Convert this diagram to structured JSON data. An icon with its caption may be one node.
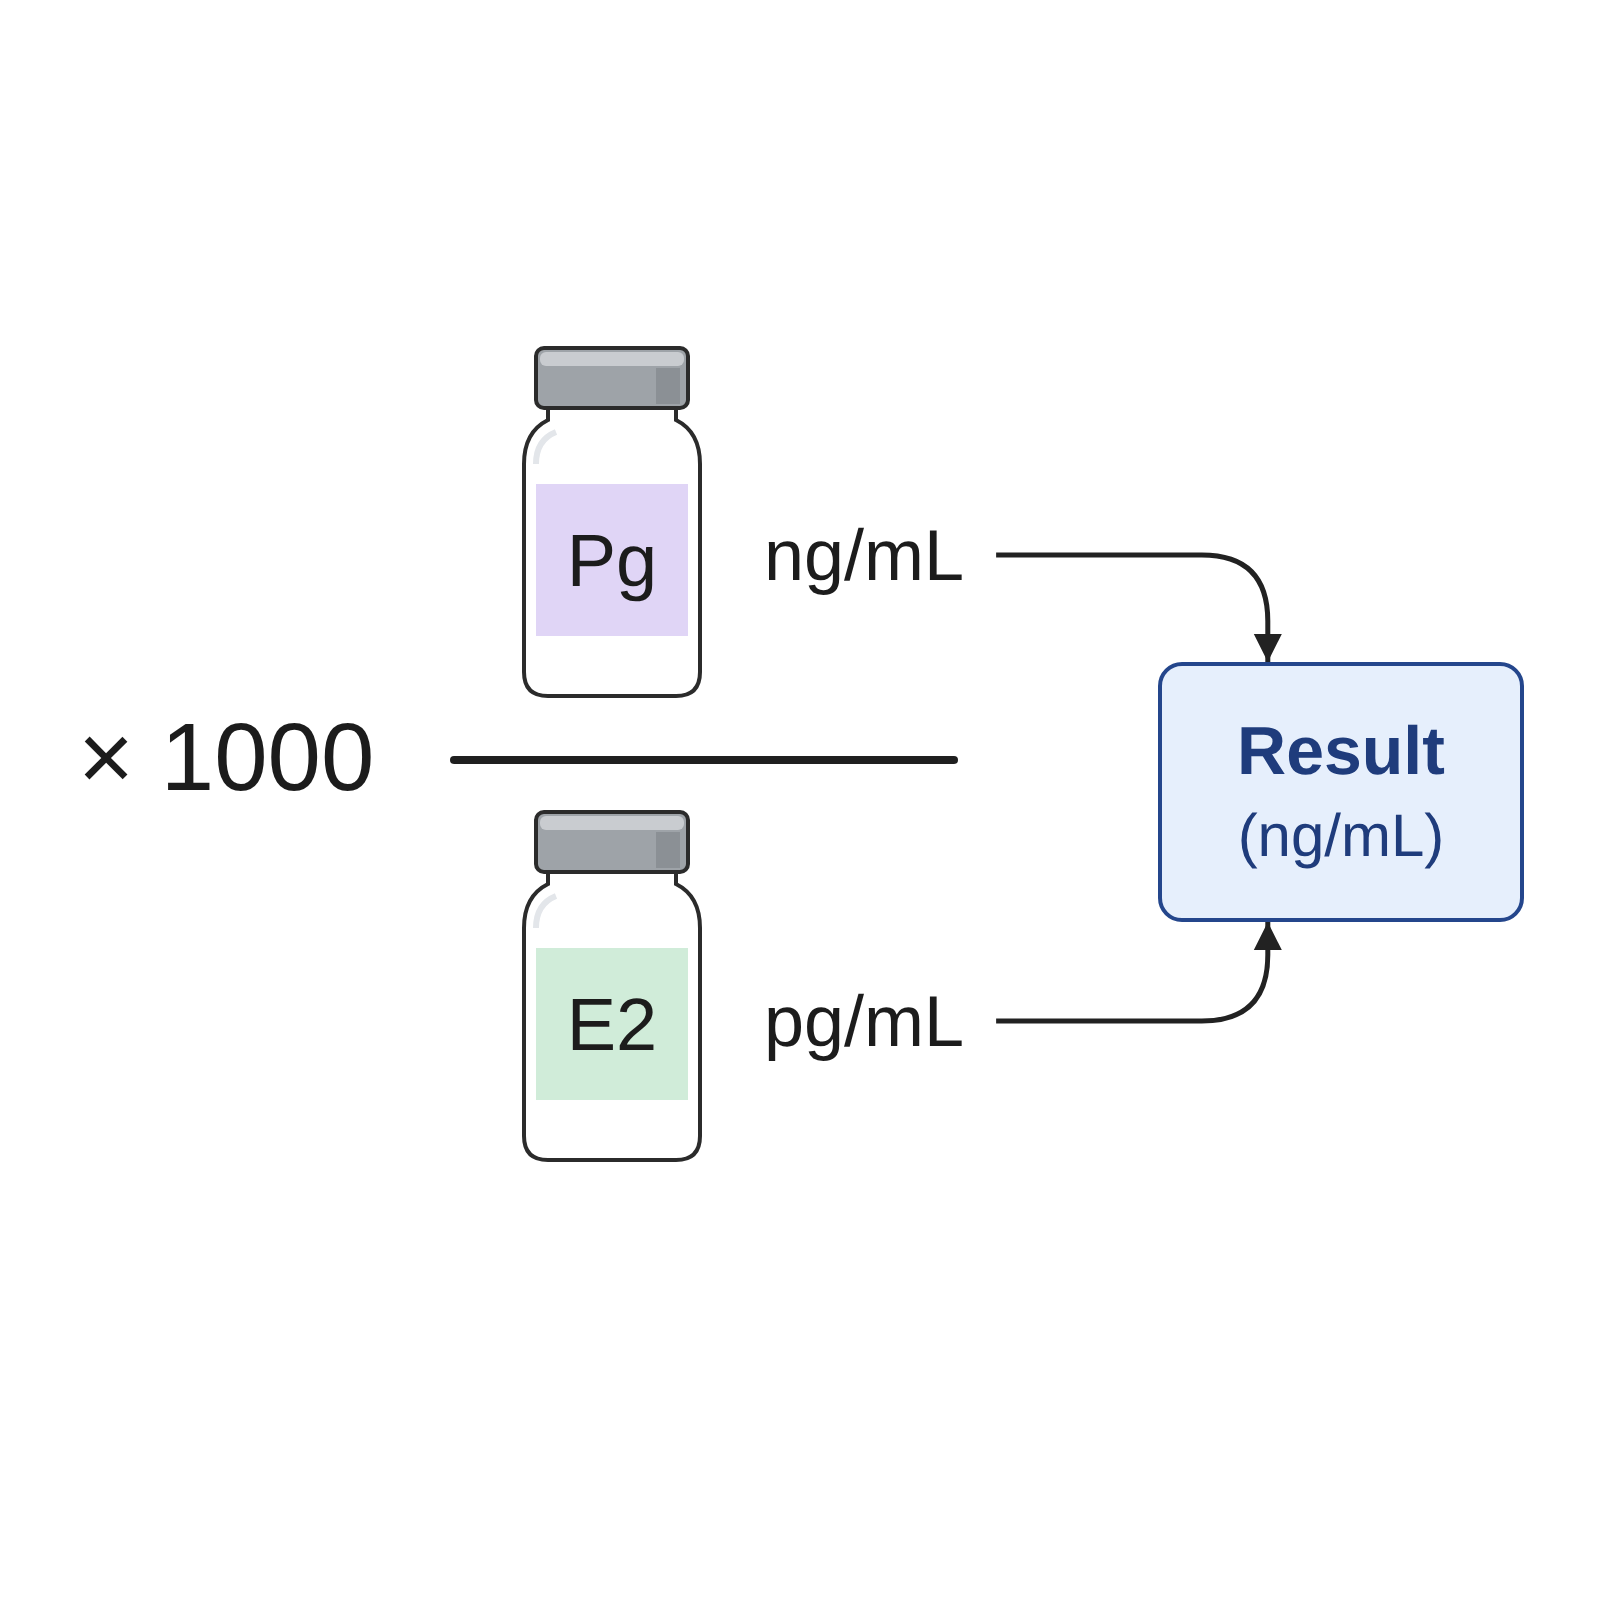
{
  "diagram": {
    "nodes": [
      {
        "text": [
          "Pg"
        ]
      },
      {
        "text": [
          "ng/mL"
        ]
      },
      {
        "text": [
          "Result",
          "(ng/mL)"
        ]
      },
      {
        "text": [
          "E2"
        ]
      },
      {
        "text": [
          "pg/mL"
        ]
      }
    ],
    "edges": [
      {
        "from": 1,
        "to": 2,
        "arrow": "to"
      },
      {
        "from": 4,
        "to": 2,
        "arrow": "to"
      }
    ],
    "labels": [
      "× 1000"
    ]
  }
}
